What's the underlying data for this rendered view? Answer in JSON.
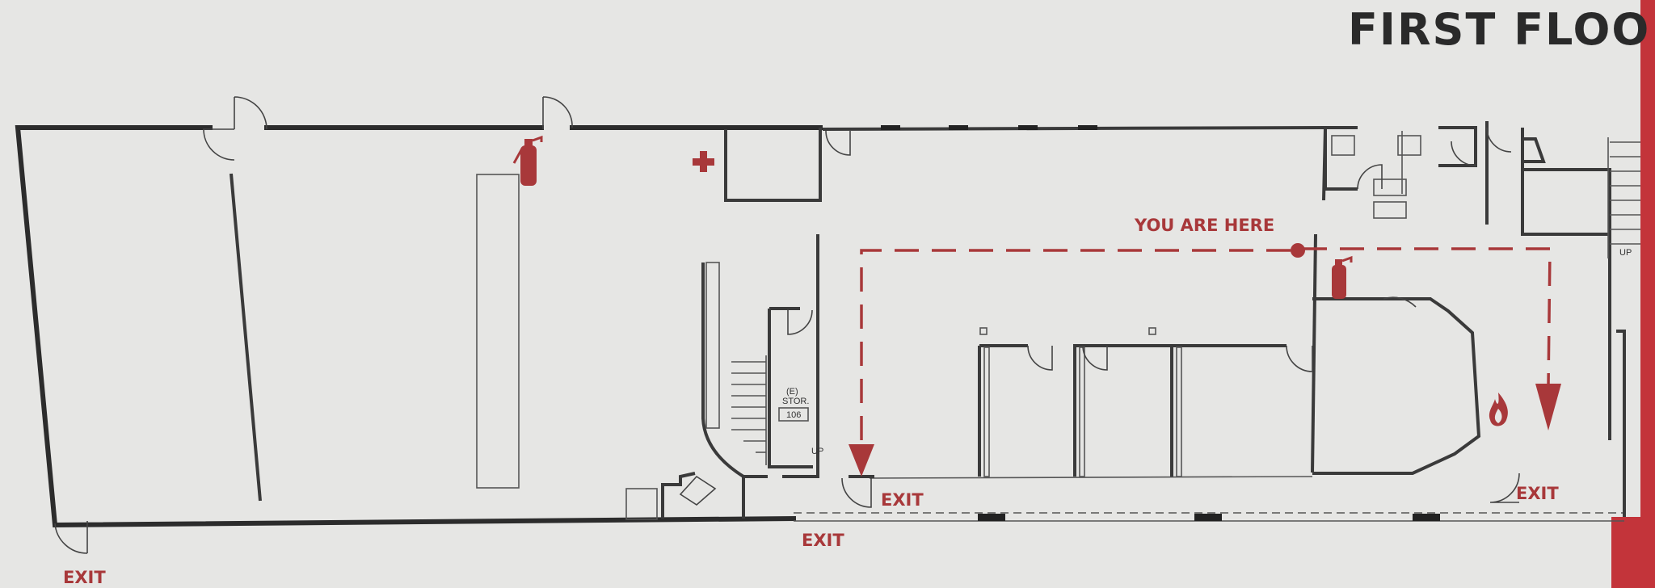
{
  "title": "FIRST FLOO",
  "labels": {
    "you_are_here": "YOU ARE HERE",
    "exit_left": "EXIT",
    "exit_center_low": "EXIT",
    "exit_center": "EXIT",
    "exit_right": "EXIT",
    "room_code": "(E)",
    "room_name": "STOR.",
    "room_number": "106",
    "up_center": "UP",
    "up_right": "UP"
  },
  "colors": {
    "background": "#e6e6e4",
    "wall": "#2c2c2c",
    "accent_red": "#a8383a",
    "text_dark": "#2a2a2a",
    "right_edge_red": "#c3343a"
  },
  "icons": [
    "fire-extinguisher-icon",
    "first-aid-icon",
    "fire-alarm-icon",
    "you-are-here-marker",
    "route-arrow-icon"
  ]
}
